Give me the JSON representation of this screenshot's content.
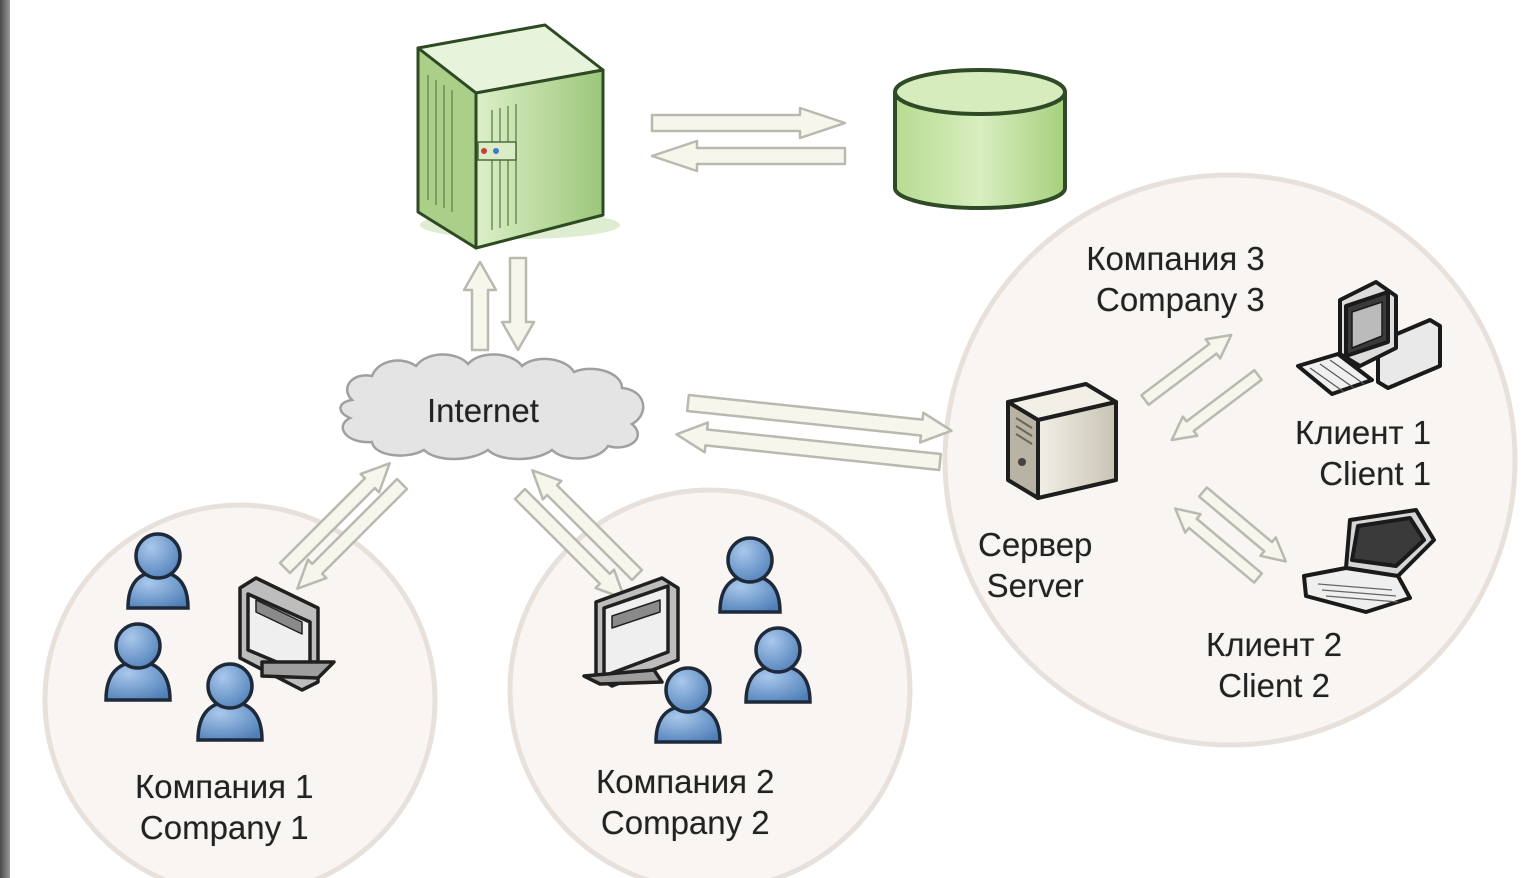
{
  "diagram": {
    "internet": {
      "label": "Internet"
    },
    "company1": {
      "label_ru": "Компания 1",
      "label_en": "Company 1"
    },
    "company2": {
      "label_ru": "Компания 2",
      "label_en": "Company 2"
    },
    "company3": {
      "label_ru": "Компания 3",
      "label_en": "Company 3"
    },
    "company3_server": {
      "label_ru": "Сервер",
      "label_en": "Server"
    },
    "client1": {
      "label_ru": "Клиент 1",
      "label_en": "Client 1"
    },
    "client2": {
      "label_ru": "Клиент 2",
      "label_en": "Client 2"
    },
    "icons": {
      "central_server": "server-tower-icon",
      "database": "database-icon",
      "cloud": "cloud-icon",
      "users": "user-icon",
      "monitor": "monitor-icon",
      "desktop_client": "desktop-computer-icon",
      "laptop_client": "laptop-icon",
      "small_server": "server-icon"
    },
    "colors": {
      "server_green": "#b8d89a",
      "database_green": "#c9e6a8",
      "user_blue": "#6f9fd2",
      "cloud_gray": "#e4e4e4",
      "group_circle_fill": "#f8f5f2",
      "group_circle_stroke": "#e8e1db",
      "arrow_fill": "#f6f6ec",
      "arrow_stroke": "#b9b9b0"
    }
  }
}
